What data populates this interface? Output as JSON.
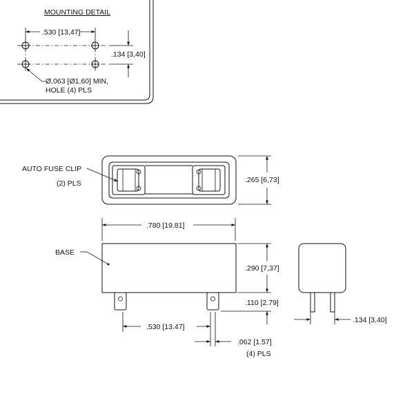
{
  "mounting_detail": {
    "title": "MOUNTING DETAIL",
    "dim_horizontal": ".530 [13,47]",
    "dim_vertical": ".134 [3,40]",
    "hole_note_line1": "Ø,063 [Ø1,60] MIN,",
    "hole_note_line2": "HOLE (4) PLS"
  },
  "top_view": {
    "callout_line1": "AUTO FUSE CLIP",
    "callout_line2": "(2) PLS",
    "dim_height": ".265 [6,73]"
  },
  "front_view": {
    "dim_length": ".780 [19.81]",
    "base_label": "BASE",
    "dim_height": ".290 [7,37]",
    "dim_pin_height": ".110 [2.79]",
    "dim_pin_spacing": ".530 [13.47]",
    "dim_pin_width": ".062 [1.57]",
    "dim_pin_width_note": "(4) PLS"
  },
  "side_view": {
    "dim_pin_spacing": ".134 [3,40]"
  }
}
